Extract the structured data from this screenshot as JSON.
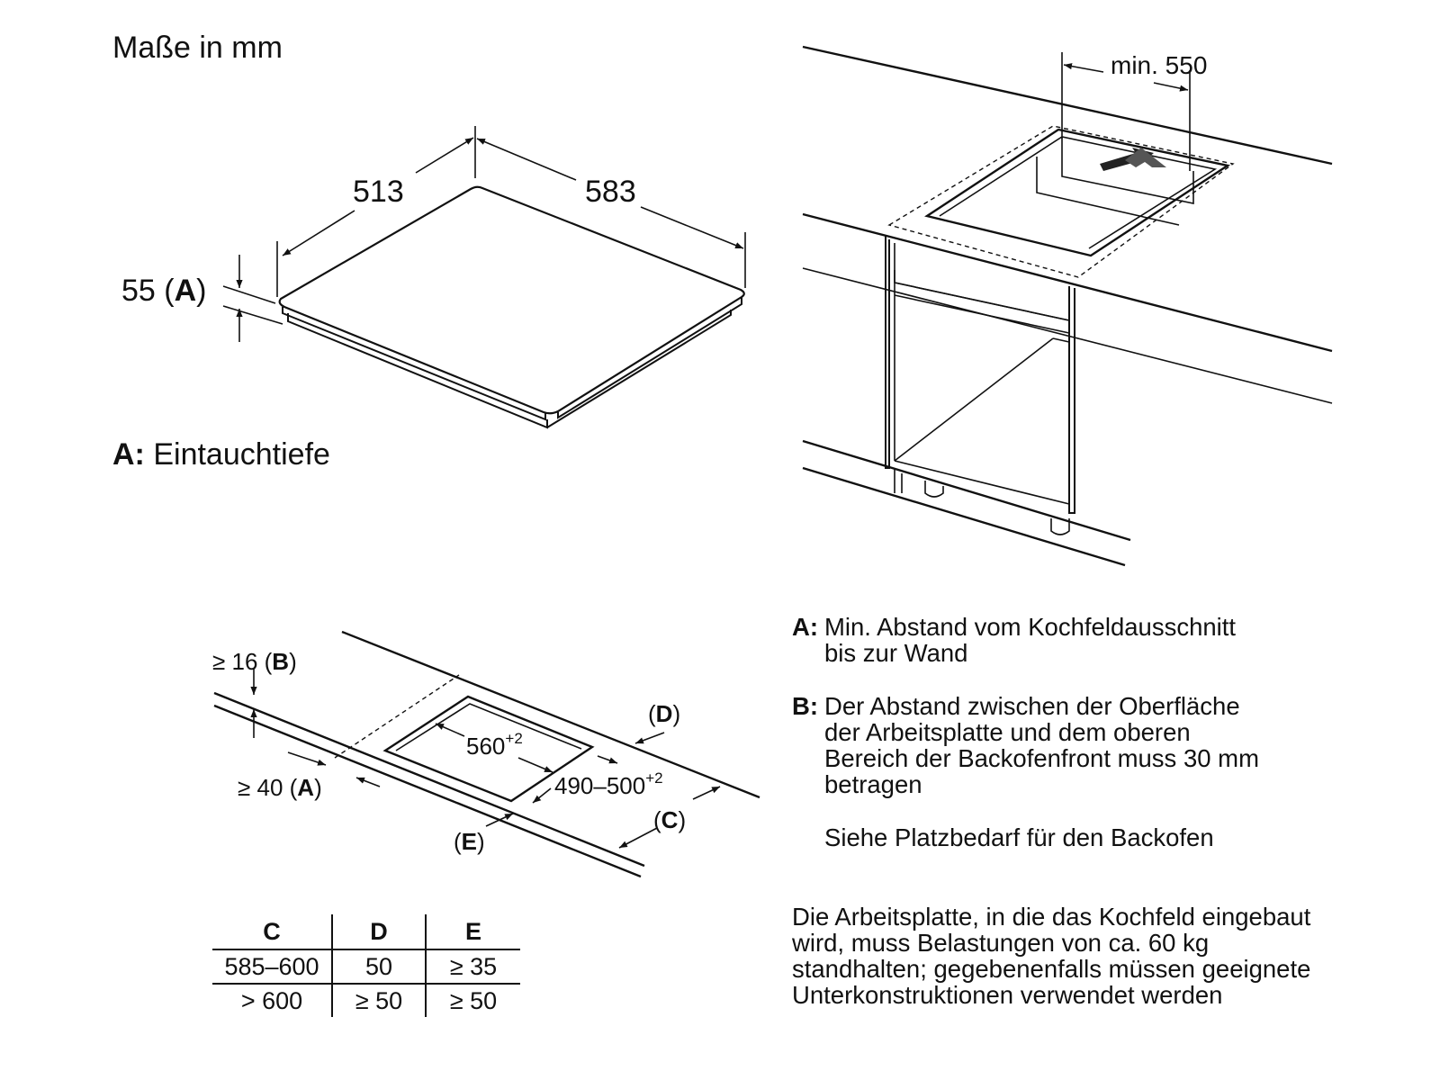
{
  "title": "Maße in mm",
  "hob": {
    "width": "513",
    "depth": "583",
    "height_prefix": "55 (",
    "height_key": "A",
    "height_suffix": ")"
  },
  "key_a_label": "A:",
  "key_a_text": "Eintauchtiefe",
  "wall": {
    "min": "min. 550"
  },
  "cutout": {
    "b_prefix": "≥ 16 (",
    "b_key": "B",
    "b_suffix": ")",
    "a_prefix": "≥ 40 (",
    "a_key": "A",
    "a_suffix": ")",
    "width": "560",
    "width_tol": "+2",
    "depth": "490–500",
    "depth_tol": "+2",
    "c_label": "C",
    "d_label": "D",
    "e_label": "E"
  },
  "legend": [
    {
      "key": "A:",
      "text": "Min. Abstand vom Kochfeldausschnitt\nbis zur Wand"
    },
    {
      "key": "B:",
      "text": "Der Abstand zwischen der Oberfläche\nder Arbeitsplatte und dem oberen\nBereich der Backofenfront muss 30 mm\nbetragen"
    }
  ],
  "legend_note": "Siehe Platzbedarf für den Backofen",
  "worktop_note": "Die Arbeitsplatte, in die das Kochfeld eingebaut wird, muss Belastungen von ca. 60 kg standhalten; gegebenenfalls müssen geeignete Unterkonstruktionen verwendet werden",
  "table": {
    "headers": [
      "C",
      "D",
      "E"
    ],
    "rows": [
      [
        "585–600",
        "50",
        "≥ 35"
      ],
      [
        "> 600",
        "≥ 50",
        "≥ 50"
      ]
    ]
  }
}
